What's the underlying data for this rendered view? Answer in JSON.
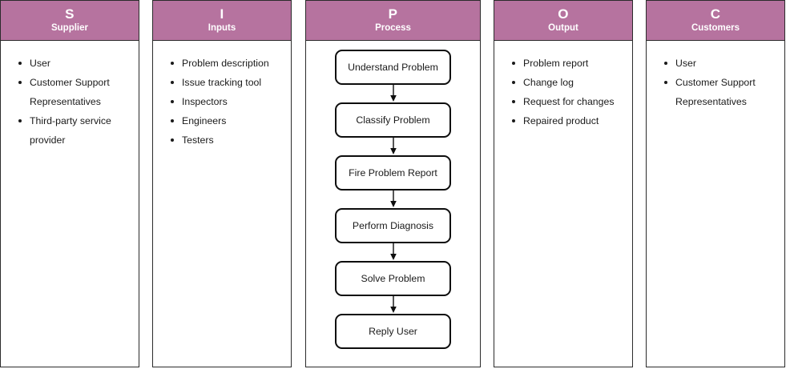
{
  "diagram": {
    "type": "SIPOC",
    "accent_color": "#b6739f",
    "columns": [
      {
        "letter": "S",
        "name": "Supplier",
        "items": [
          "User",
          "Customer Support Representatives",
          "Third-party service provider"
        ]
      },
      {
        "letter": "I",
        "name": "Inputs",
        "items": [
          "Problem description",
          "Issue tracking tool",
          "Inspectors",
          "Engineers",
          "Testers"
        ]
      },
      {
        "letter": "P",
        "name": "Process",
        "steps": [
          "Understand Problem",
          "Classify Problem",
          "Fire Problem Report",
          "Perform Diagnosis",
          "Solve Problem",
          "Reply User"
        ]
      },
      {
        "letter": "O",
        "name": "Output",
        "items": [
          "Problem report",
          "Change log",
          "Request for changes",
          "Repaired product"
        ]
      },
      {
        "letter": "C",
        "name": "Customers",
        "items": [
          "User",
          "Customer Support Representatives"
        ]
      }
    ]
  }
}
